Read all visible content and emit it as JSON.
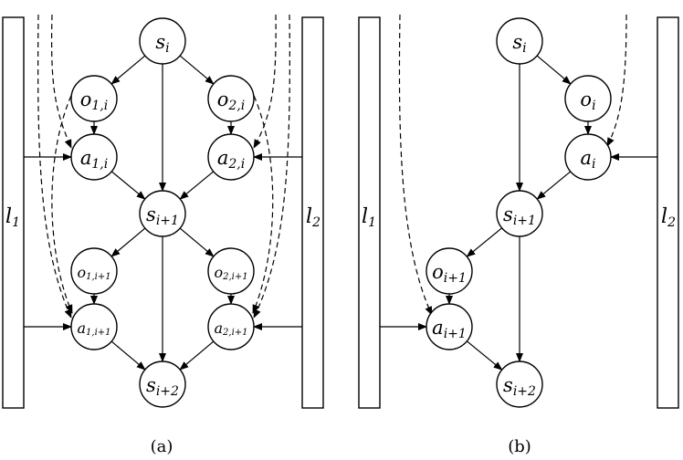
{
  "diagrams": [
    {
      "caption": "(a)",
      "bars": [
        {
          "id": "l1",
          "base": "l",
          "sub": "1"
        },
        {
          "id": "l2",
          "base": "l",
          "sub": "2"
        }
      ],
      "nodes": [
        {
          "id": "s_i",
          "base": "s",
          "sub": "i"
        },
        {
          "id": "o_1_i",
          "base": "o",
          "sub": "1,i"
        },
        {
          "id": "o_2_i",
          "base": "o",
          "sub": "2,i"
        },
        {
          "id": "a_1_i",
          "base": "a",
          "sub": "1,i"
        },
        {
          "id": "a_2_i",
          "base": "a",
          "sub": "2,i"
        },
        {
          "id": "s_i1",
          "base": "s",
          "sub": "i+1"
        },
        {
          "id": "o_1_i1",
          "base": "o",
          "sub": "1,i+1"
        },
        {
          "id": "o_2_i1",
          "base": "o",
          "sub": "2,i+1"
        },
        {
          "id": "a_1_i1",
          "base": "a",
          "sub": "1,i+1"
        },
        {
          "id": "a_2_i1",
          "base": "a",
          "sub": "2,i+1"
        },
        {
          "id": "s_i2",
          "base": "s",
          "sub": "i+2"
        }
      ],
      "edges": [
        {
          "from": "s_i",
          "to": "o_1_i",
          "style": "solid"
        },
        {
          "from": "s_i",
          "to": "o_2_i",
          "style": "solid"
        },
        {
          "from": "s_i",
          "to": "s_i1",
          "style": "solid"
        },
        {
          "from": "o_1_i",
          "to": "a_1_i",
          "style": "solid"
        },
        {
          "from": "o_2_i",
          "to": "a_2_i",
          "style": "solid"
        },
        {
          "from": "a_1_i",
          "to": "s_i1",
          "style": "solid"
        },
        {
          "from": "a_2_i",
          "to": "s_i1",
          "style": "solid"
        },
        {
          "from": "s_i1",
          "to": "o_1_i1",
          "style": "solid"
        },
        {
          "from": "s_i1",
          "to": "o_2_i1",
          "style": "solid"
        },
        {
          "from": "s_i1",
          "to": "s_i2",
          "style": "solid"
        },
        {
          "from": "o_1_i1",
          "to": "a_1_i1",
          "style": "solid"
        },
        {
          "from": "o_2_i1",
          "to": "a_2_i1",
          "style": "solid"
        },
        {
          "from": "a_1_i1",
          "to": "s_i2",
          "style": "solid"
        },
        {
          "from": "a_2_i1",
          "to": "s_i2",
          "style": "solid"
        },
        {
          "from": "l1",
          "to": "a_1_i",
          "style": "solid"
        },
        {
          "from": "l1",
          "to": "a_1_i1",
          "style": "solid"
        },
        {
          "from": "l2",
          "to": "a_2_i",
          "style": "solid"
        },
        {
          "from": "l2",
          "to": "a_2_i1",
          "style": "solid"
        },
        {
          "from": "top",
          "to": "a_1_i",
          "style": "dashed"
        },
        {
          "from": "top",
          "to": "a_2_i",
          "style": "dashed"
        },
        {
          "from": "top",
          "to": "a_1_i1",
          "style": "dashed"
        },
        {
          "from": "top",
          "to": "a_2_i1",
          "style": "dashed"
        },
        {
          "from": "o_1_i",
          "to": "a_1_i1",
          "style": "dashed"
        },
        {
          "from": "o_2_i",
          "to": "a_2_i1",
          "style": "dashed"
        }
      ]
    },
    {
      "caption": "(b)",
      "bars": [
        {
          "id": "l1",
          "base": "l",
          "sub": "1"
        },
        {
          "id": "l2",
          "base": "l",
          "sub": "2"
        }
      ],
      "nodes": [
        {
          "id": "s_i",
          "base": "s",
          "sub": "i"
        },
        {
          "id": "o_i",
          "base": "o",
          "sub": "i"
        },
        {
          "id": "a_i",
          "base": "a",
          "sub": "i"
        },
        {
          "id": "s_i1",
          "base": "s",
          "sub": "i+1"
        },
        {
          "id": "o_i1",
          "base": "o",
          "sub": "i+1"
        },
        {
          "id": "a_i1",
          "base": "a",
          "sub": "i+1"
        },
        {
          "id": "s_i2",
          "base": "s",
          "sub": "i+2"
        }
      ],
      "edges": [
        {
          "from": "s_i",
          "to": "o_i",
          "style": "solid"
        },
        {
          "from": "s_i",
          "to": "s_i1",
          "style": "solid"
        },
        {
          "from": "o_i",
          "to": "a_i",
          "style": "solid"
        },
        {
          "from": "a_i",
          "to": "s_i1",
          "style": "solid"
        },
        {
          "from": "s_i1",
          "to": "o_i1",
          "style": "solid"
        },
        {
          "from": "s_i1",
          "to": "s_i2",
          "style": "solid"
        },
        {
          "from": "o_i1",
          "to": "a_i1",
          "style": "solid"
        },
        {
          "from": "a_i1",
          "to": "s_i2",
          "style": "solid"
        },
        {
          "from": "l2",
          "to": "a_i",
          "style": "solid"
        },
        {
          "from": "l1",
          "to": "a_i1",
          "style": "solid"
        },
        {
          "from": "top",
          "to": "a_i",
          "style": "dashed"
        },
        {
          "from": "top",
          "to": "a_i1",
          "style": "dashed"
        }
      ]
    }
  ]
}
